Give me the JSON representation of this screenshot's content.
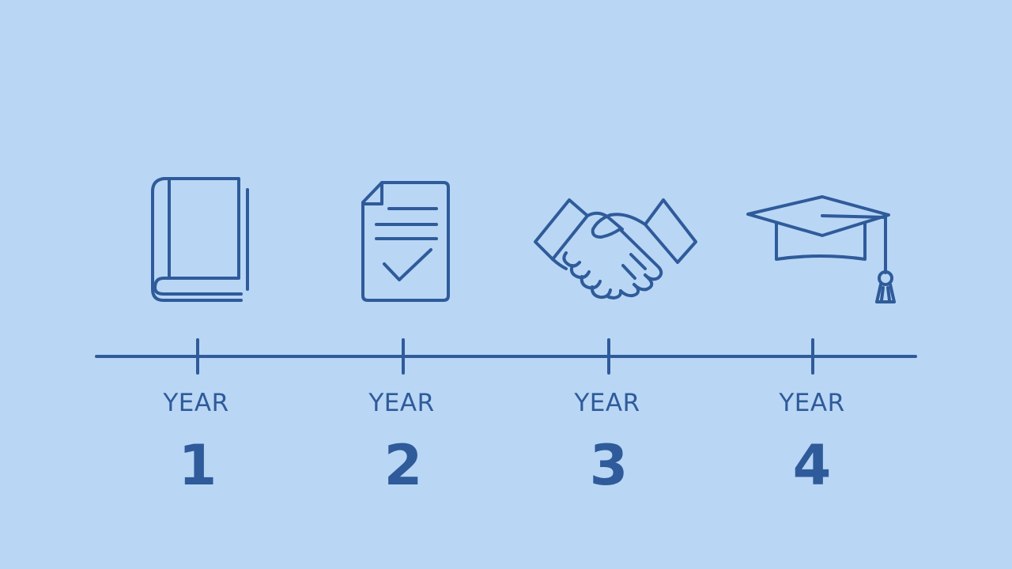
{
  "colors": {
    "background": "#b9d6f5",
    "ink": "#2f5b9a"
  },
  "milestones": [
    {
      "label": "YEAR",
      "number": "1",
      "icon": "book-icon"
    },
    {
      "label": "YEAR",
      "number": "2",
      "icon": "checked-document-icon"
    },
    {
      "label": "YEAR",
      "number": "3",
      "icon": "handshake-icon"
    },
    {
      "label": "YEAR",
      "number": "4",
      "icon": "graduation-cap-icon"
    }
  ]
}
